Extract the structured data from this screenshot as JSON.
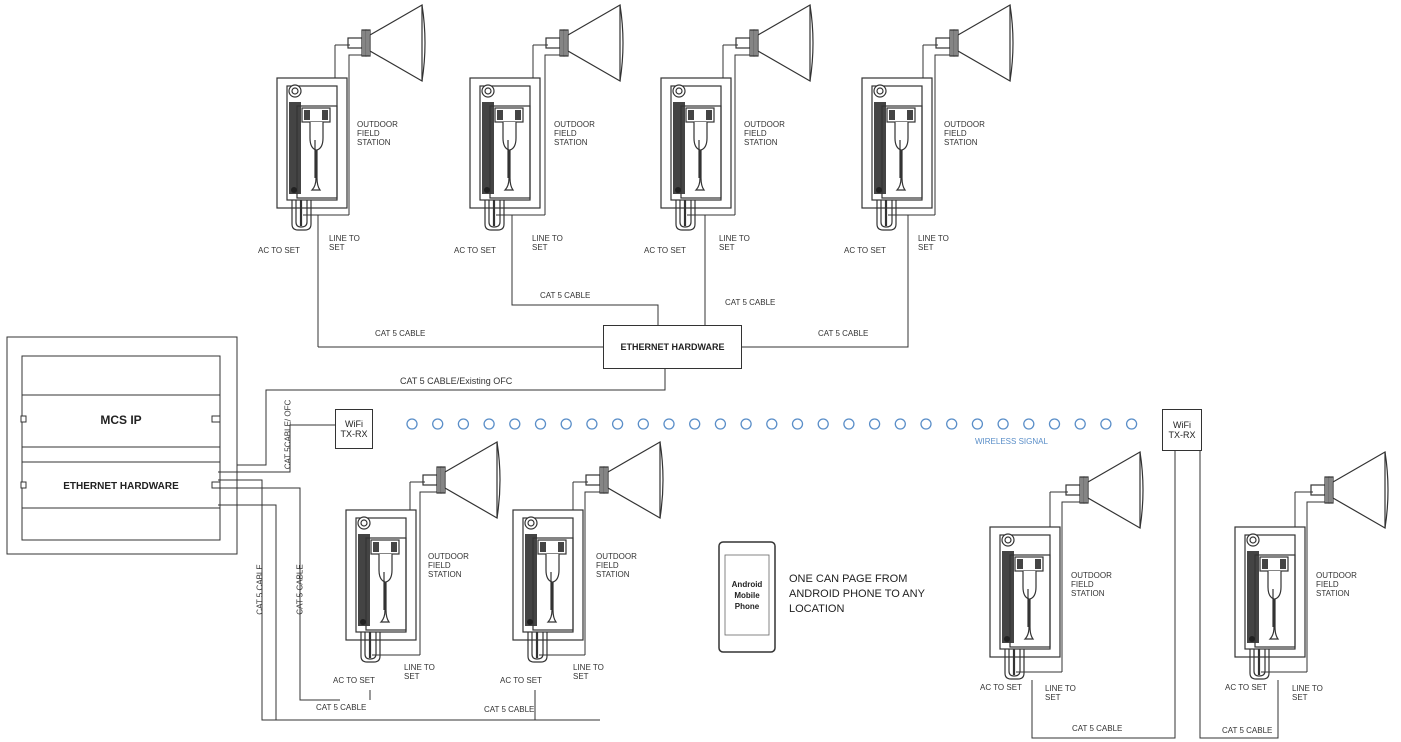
{
  "station_label": "OUTDOOR\nFIELD\nSTATION",
  "ac_to_set": "AC TO SET",
  "line_to_set": "LINE TO\nSET",
  "cable": "CAT 5 CABLE",
  "cable_ofc": "CAT 5 CABLE/Existing OFC",
  "cable_ofc_vertical": "CAT 5CABLE/ OFC",
  "ethernet_hw": "ETHERNET HARDWARE",
  "mcs_ip": "MCS IP",
  "wifi": "WiFi\nTX-RX",
  "wireless_signal": "WIRELESS SIGNAL",
  "android_device": "Android\nMobile\nPhone",
  "android_note": "ONE CAN PAGE FROM\nANDROID PHONE TO ANY\nLOCATION"
}
